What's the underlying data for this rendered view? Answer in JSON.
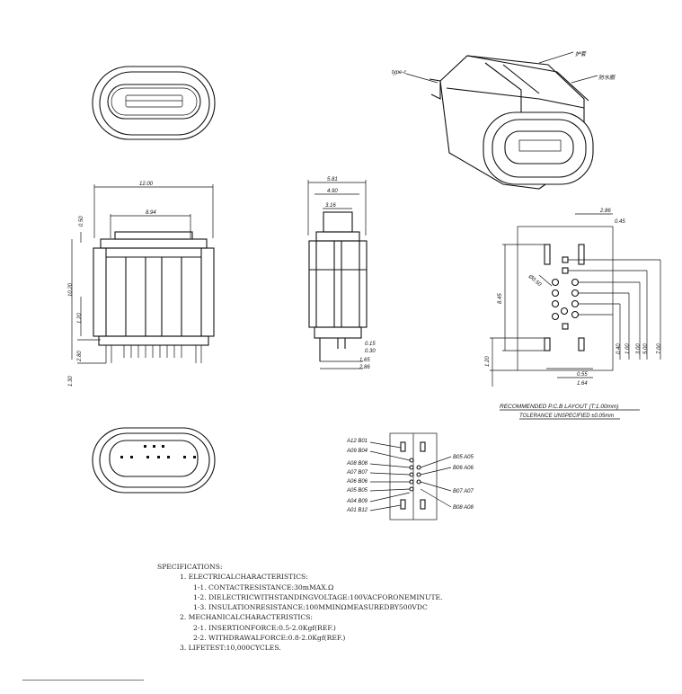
{
  "labels": {
    "type_c": "type-c",
    "hu_tao": "护套",
    "fang_shui_quan": "防水圈",
    "recommended": "RECOMMENDED  P.C.B  LAYOUT  (T:1.00mm)",
    "tolerance": "TOLERANCE  UNSPECIFIED  ±0.05mm"
  },
  "dims": {
    "front_width": "12.00",
    "front_inner": "8.94",
    "front_top": "0.50",
    "front_height": "10.20",
    "front_mid": "1.20",
    "front_pin": "2.80",
    "front_tail": "1.30",
    "side_w1": "5.81",
    "side_w2": "4.90",
    "side_w3": "3.16",
    "side_d1": "0.15",
    "side_d2": "0.30",
    "side_d3": "1.65",
    "side_d4": "2.86",
    "pcb_286": "2.86",
    "pcb_045": "0.45",
    "pcb_845": "8.45",
    "pcb_hole": "Ø0.50",
    "pcb_120": "1.20",
    "pcb_040": "0.40",
    "pcb_100": "1.00",
    "pcb_300": "3.00",
    "pcb_500": "5.00",
    "pcb_700": "7.00",
    "pcb_055": "0.55",
    "pcb_164": "1.64"
  },
  "pins": {
    "left": [
      "A12  B01",
      "A09  B04",
      "A08  B08",
      "A07  B07",
      "A06  B06",
      "A05  B05",
      "A04  B09",
      "A01  B12"
    ],
    "right": [
      "B05  A05",
      "B06  A06",
      "B07  A07",
      "B08  A08"
    ]
  },
  "specs": {
    "title": "SPECIFICATIONS:",
    "s1": "1. ELECTRICALCHARACTERISTICS:",
    "s1_1": "1-1. CONTACTRESISTANCE:30mMAX.Ω",
    "s1_2": "1-2. DIELECTRICWITHSTANDINGVOLTAGE:100VACFORONEMINUTE.",
    "s1_3": "1-3. INSULATIONRESISTANCE:100MMINΩMEASUREDBY500VDC",
    "s2": "2. MECHANICALCHARACTERISTICS:",
    "s2_1": "2-1. INSERTIONFORCE:0.5-2.0Kgf(REF.)",
    "s2_2": "2-2. WITHDRAWALFORCE:0.8-2.0Kgf(REF.)",
    "s3": "3. LIFETEST:10,000CYCLES."
  }
}
